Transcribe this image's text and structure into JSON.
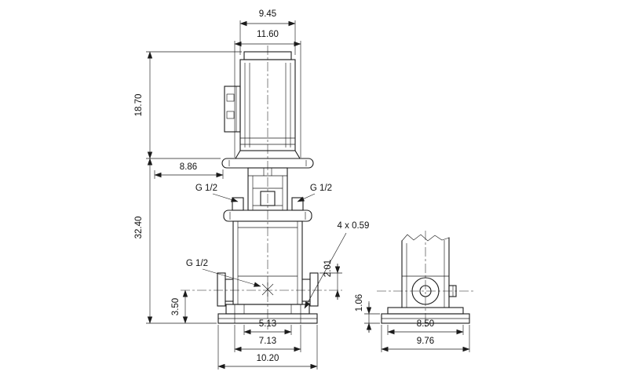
{
  "colors": {
    "background": "#ffffff",
    "line": "#1c1c1c",
    "text": "#111111"
  },
  "front_view": {
    "dim_motor_top_width": "9.45",
    "dim_motor_width": "11.60",
    "dim_motor_height": "18.70",
    "dim_service_clearance": "8.86",
    "port_top_left": "G 1/2",
    "port_top_right": "G 1/2",
    "dim_pump_height": "32.40",
    "drain_port": "G 1/2",
    "dim_port_offset": "2.01",
    "dim_port_centerline_height": "3.50",
    "base_holes_note": "4 x 0.59",
    "dim_base_inner_width": "5.13",
    "dim_base_bolt_spacing": "7.13",
    "dim_base_width": "10.20"
  },
  "side_view": {
    "dim_base_plate_height": "1.06",
    "dim_base_bolt_spacing": "8.50",
    "dim_base_width": "9.76"
  }
}
